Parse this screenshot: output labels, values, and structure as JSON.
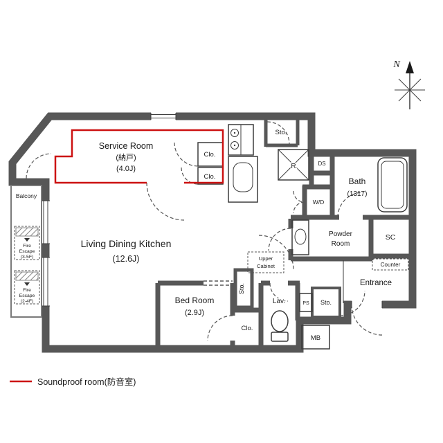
{
  "colors": {
    "wall": "#575757",
    "soundproof": "#cc1111",
    "text": "#1a1a1a"
  },
  "compass": {
    "north": "N"
  },
  "legend": {
    "soundproof": "Soundproof room(防音室)"
  },
  "rooms": {
    "balcony": "Balcony",
    "fire_escape_upper": {
      "l1": "Fire",
      "l2": "Escape",
      "l3": "(3-5F)"
    },
    "fire_escape_lower": {
      "l1": "Fire",
      "l2": "Escape",
      "l3": "(2-4F)"
    },
    "service_room": {
      "name": "Service Room",
      "jp": "(納戸)",
      "size": "(4.0J)"
    },
    "clo_service_upper": "Clo.",
    "clo_service_lower": "Clo.",
    "sto_kitchen": "Sto.",
    "refrigerator": "R",
    "duct_space": "DS",
    "bath": {
      "name": "Bath",
      "size": "(1317)"
    },
    "washer_dryer": "W/D",
    "powder_room": {
      "l1": "Powder",
      "l2": "Room"
    },
    "shoe_closet": "SC",
    "ldk": {
      "name": "Living Dining Kitchen",
      "size": "(12.6J)"
    },
    "upper_cabinet": {
      "l1": "Upper",
      "l2": "Cabinet"
    },
    "sto_hall": "Sto.",
    "bed_room": {
      "name": "Bed Room",
      "size": "(2.9J)"
    },
    "clo_bedroom": "Clo.",
    "lavatory": "Lav.",
    "pipe_space": "PS",
    "sto_entrance": "Sto.",
    "counter": "Counter",
    "entrance": "Entrance",
    "mail_box": "MB"
  }
}
